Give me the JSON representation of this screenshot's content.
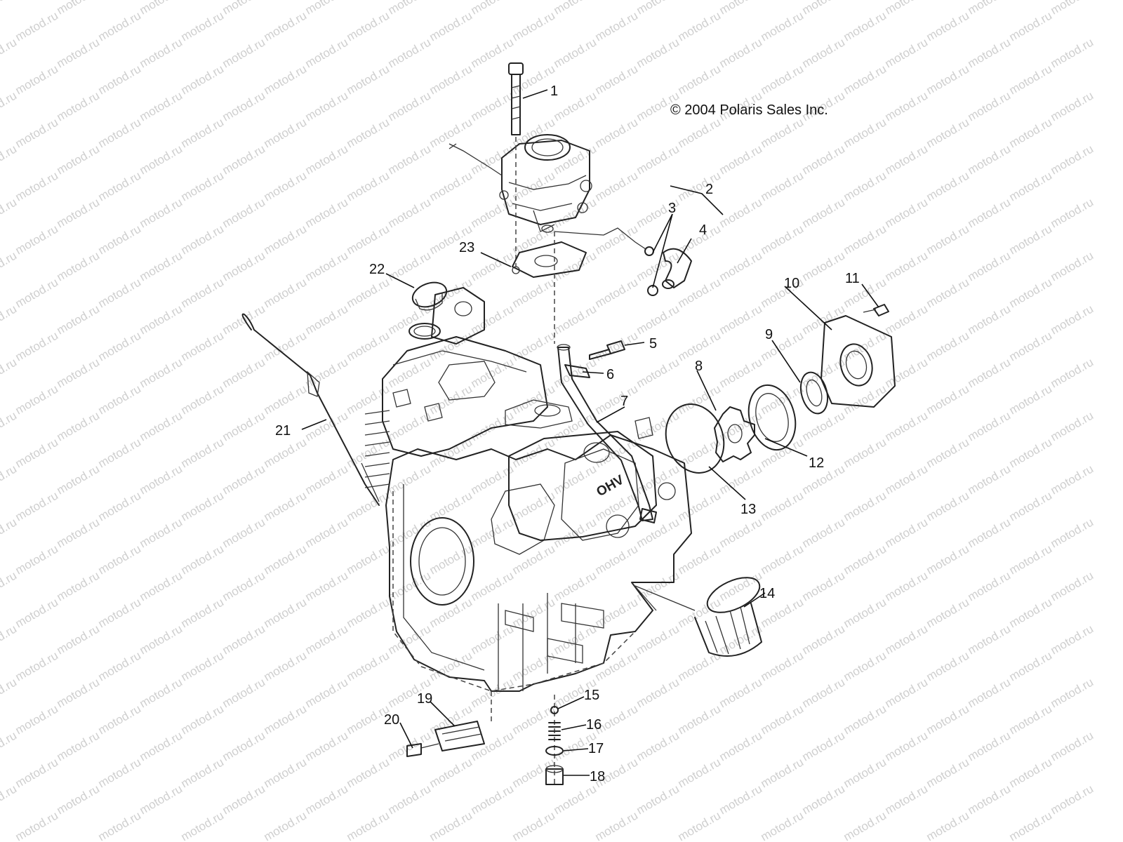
{
  "copyright": "© 2004 Polaris Sales Inc.",
  "watermark": "motod.ru",
  "callouts": [
    "1",
    "2",
    "3",
    "4",
    "5",
    "6",
    "7",
    "8",
    "9",
    "10",
    "11",
    "12",
    "13",
    "14",
    "15",
    "16",
    "17",
    "18",
    "19",
    "20",
    "21",
    "22",
    "23"
  ],
  "engine_mark": "OHV",
  "colors": {
    "line": "#222222",
    "watermark": "#cfcfcf",
    "background": "#ffffff"
  }
}
